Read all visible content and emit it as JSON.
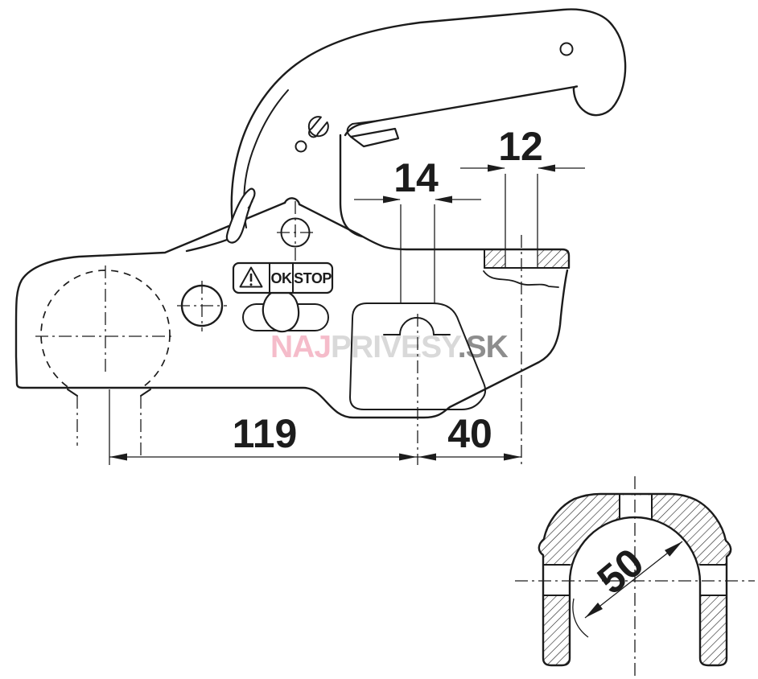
{
  "page": {
    "background": "#ffffff",
    "line_color": "#1c1c1c"
  },
  "drawing": {
    "dimensions": {
      "d14": "14",
      "d12": "12",
      "d119": "119",
      "d40": "40",
      "d50": "50"
    },
    "warning_label": {
      "ok": "OK",
      "stop": "STOP",
      "warning_icon": "warning-triangle-icon"
    },
    "watermark": {
      "part1": "NAJ",
      "part2": "PRIVESY",
      "part3": ".SK",
      "color1": "#f5bcca",
      "color2": "#d9d9d9",
      "color3": "#8d8d8d"
    }
  }
}
